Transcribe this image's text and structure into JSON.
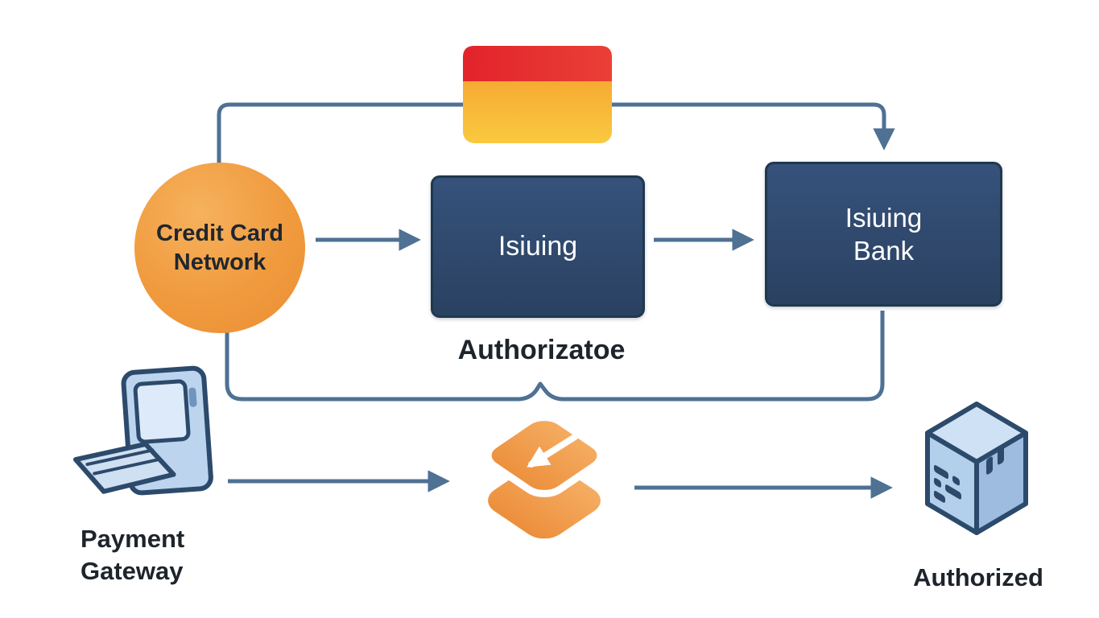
{
  "diagram": {
    "nodes": {
      "network": {
        "line1": "Credit Card",
        "line2": "Network"
      },
      "issuing": {
        "label": "Isiuing"
      },
      "issuing_bank": {
        "line1": "Isiuing",
        "line2": "Bank"
      },
      "payment_gateway": {
        "line1": "Payment",
        "line2": "Gateway"
      }
    },
    "labels": {
      "authorization": "Authorizatoe",
      "authorized": "Authorized"
    },
    "icons": {
      "credit_card": "credit-card-icon",
      "payment_terminal": "payment-terminal-icon",
      "package": "package-box-icon",
      "server": "server-cube-icon"
    },
    "colors": {
      "background": "#ffffff",
      "connector": "#4e7194",
      "node_fill": "#2e4a6e",
      "node_border": "#20384f",
      "node_text": "#ffffff",
      "circle_fill": "#f09a3e",
      "text_dark": "#1d242c",
      "card_red": "#e2242b",
      "card_orange": "#f6a62f",
      "icon_blue_light": "#bcd4ee",
      "icon_blue_outline": "#2c4a6b",
      "package_orange": "#ef9a4b"
    }
  }
}
